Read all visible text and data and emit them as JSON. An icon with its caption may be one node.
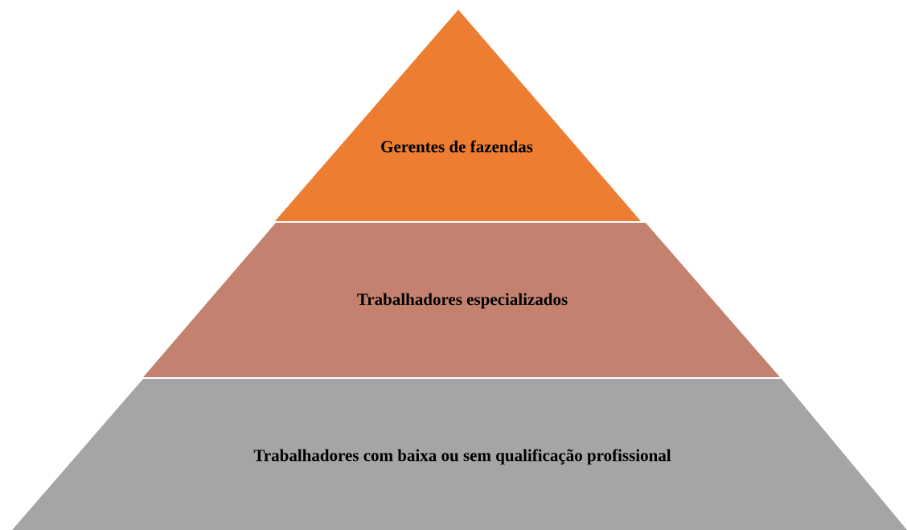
{
  "diagram": {
    "nodes": [
      {
        "text": [
          "Gerentes de fazendas"
        ]
      },
      {
        "text": [
          "Trabalhadores especializados"
        ]
      },
      {
        "text": [
          "Trabalhadores com baixa ou sem qualificação profissional"
        ]
      }
    ]
  }
}
